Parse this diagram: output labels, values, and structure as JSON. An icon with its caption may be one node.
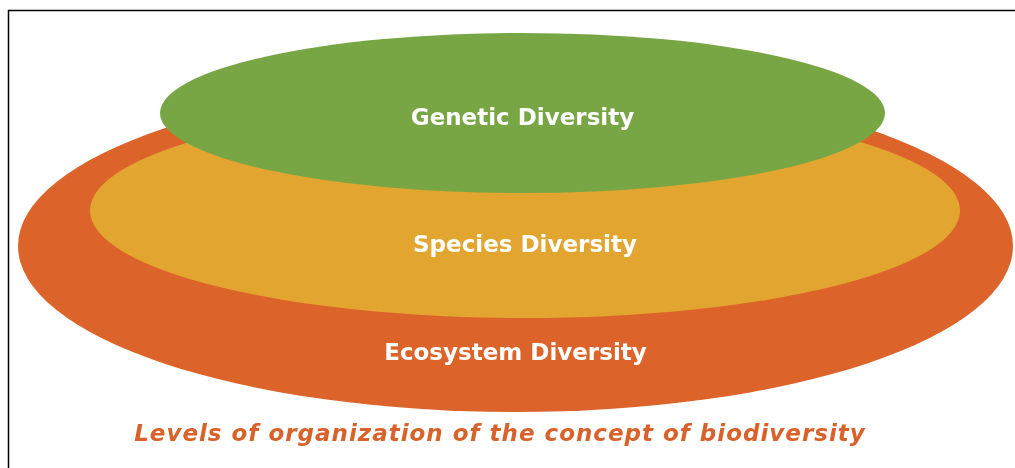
{
  "diagram": {
    "caption": "Levels of organization of the concept of biodiversity",
    "nodes": [
      {
        "text": [
          "Ecosystem Diversity"
        ]
      },
      {
        "text": [
          "Species Diversity"
        ],
        "in": 0
      },
      {
        "text": [
          "Genetic Diversity"
        ]
      }
    ]
  }
}
